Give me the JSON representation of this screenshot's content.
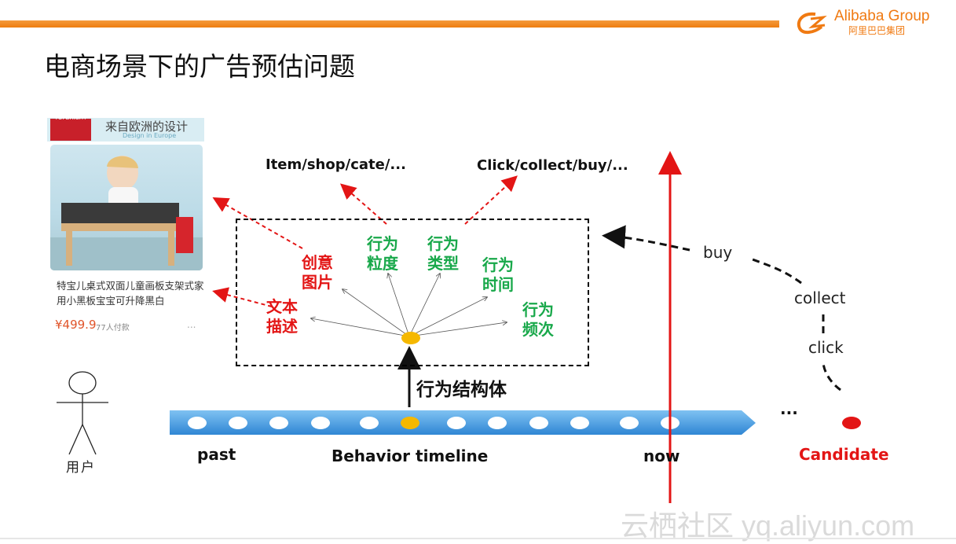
{
  "header": {
    "logo_brand": "Alibaba Group",
    "logo_cn": "阿里巴巴集团",
    "title": "电商场景下的广告预估问题"
  },
  "product_card": {
    "brand_badge": "TOPBRIGHT",
    "banner_title": "来自欧洲的设计",
    "banner_subtitle": "Design in Europe",
    "description": "特宝儿桌式双面儿童画板支架式家用小黑板宝宝可升降黑白",
    "price": "¥499.9",
    "buyers": "77人付款",
    "more": "..."
  },
  "behavior_struct": {
    "top_labels": [
      "Item/shop/cate/...",
      "Click/collect/buy/..."
    ],
    "red_labels": [
      "创意\n图片",
      "文本\n描述"
    ],
    "green_labels": [
      "行为\n粒度",
      "行为\n类型",
      "行为\n时间",
      "行为\n频次"
    ],
    "center_label": "行为结构体"
  },
  "timeline": {
    "past": "past",
    "title": "Behavior timeline",
    "now": "now",
    "ellipsis": "...",
    "candidate": "Candidate",
    "user_label": "用户"
  },
  "actions": [
    "buy",
    "collect",
    "click"
  ],
  "colors": {
    "accent_orange": "#ee7d10",
    "red": "#e31515",
    "green": "#18a84a",
    "timeline_blue": "#4aa3e6",
    "highlight_dot": "#f5b800"
  },
  "watermark": "云栖社区 yq.aliyun.com"
}
